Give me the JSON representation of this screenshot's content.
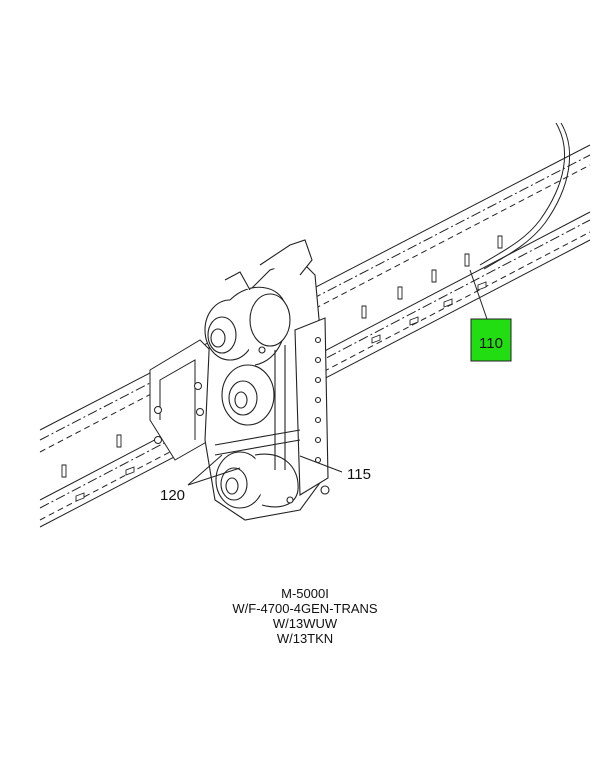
{
  "callouts": {
    "c110": {
      "label": "110",
      "highlight": "#22dd11"
    },
    "c115": {
      "label": "115"
    },
    "c120": {
      "label": "120"
    }
  },
  "caption": {
    "line1": "M-5000I",
    "line2": "W/F-4700-4GEN-TRANS",
    "line3": "W/13WUW",
    "line4": "W/13TKN"
  }
}
